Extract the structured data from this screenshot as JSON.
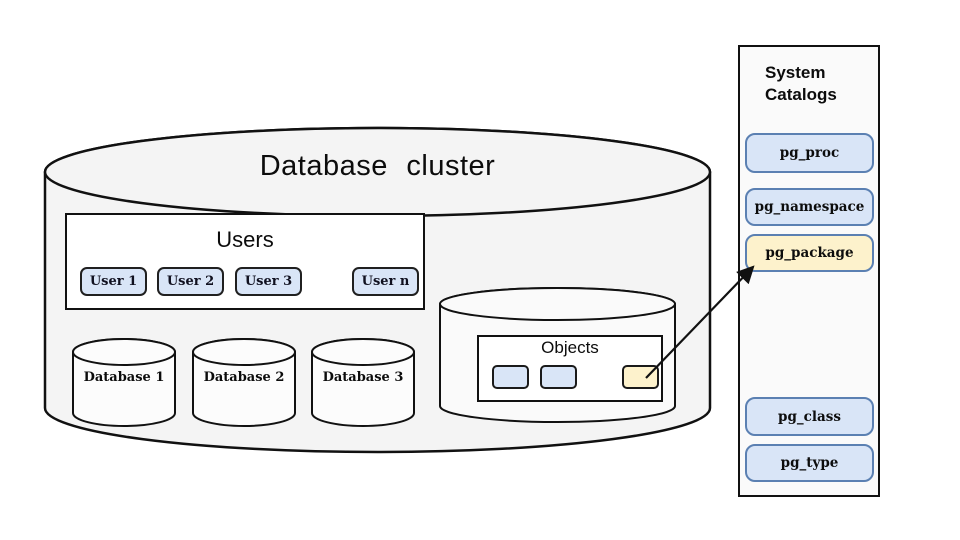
{
  "colors": {
    "cylinder_fill": "#f4f4f4",
    "inner_cylinder_fill": "#fcfcfc",
    "objects_cylinder_fill": "#fafafa",
    "box_fill": "#ffffff",
    "panel_fill": "#fafafa",
    "blue_fill": "#d9e5f7",
    "yellow_fill": "#fdf2cc",
    "blue_border": "#5b80b2",
    "dark_border": "#1a1a1a",
    "line_color": "#111111"
  },
  "cluster": {
    "title": "Database cluster"
  },
  "users": {
    "title": "Users",
    "items": [
      {
        "label": "User 1"
      },
      {
        "label": "User 2"
      },
      {
        "label": "User 3"
      },
      {
        "label": "User n"
      }
    ]
  },
  "databases": [
    {
      "label": "Database 1"
    },
    {
      "label": "Database 2"
    },
    {
      "label": "Database 3"
    }
  ],
  "objects": {
    "title": "Objects",
    "items": [
      {
        "variant": "blue"
      },
      {
        "variant": "blue"
      },
      {
        "variant": "yellow"
      }
    ]
  },
  "system_catalogs": {
    "title": "System Catalogs",
    "items": [
      {
        "label": "pg_proc",
        "variant": "blue"
      },
      {
        "label": "pg_namespace",
        "variant": "blue"
      },
      {
        "label": "pg_package",
        "variant": "yellow"
      },
      {
        "label": "pg_class",
        "variant": "blue"
      },
      {
        "label": "pg_type",
        "variant": "blue"
      }
    ]
  },
  "arrow": {
    "description": "arrow from yellow object to pg_package catalog"
  }
}
